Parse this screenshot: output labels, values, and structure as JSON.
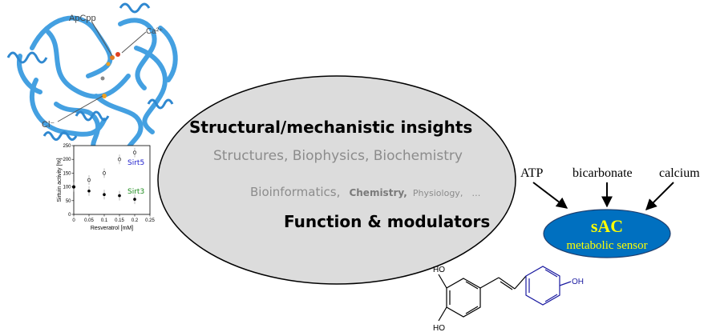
{
  "protein": {
    "labels": [
      "ApCpp",
      "Ca²⁺",
      "Cl⁻"
    ],
    "ribbon_color": "#3a9be0"
  },
  "inset_chart": {
    "chart_data": {
      "type": "scatter",
      "xlabel": "Resveratrol [mM]",
      "ylabel": "Sirtuin activity [%]",
      "xlim": [
        0,
        0.25
      ],
      "ylim": [
        0,
        250
      ],
      "xticks": [
        "0",
        "0.05",
        "0.1",
        "0.15",
        "0.2",
        "0.25"
      ],
      "yticks": [
        "0",
        "50",
        "100",
        "150",
        "200",
        "250"
      ],
      "series": [
        {
          "name": "Sirt5",
          "color": "#1a1acc",
          "marker": "open",
          "x": [
            0,
            0.05,
            0.1,
            0.15,
            0.2
          ],
          "y": [
            100,
            125,
            150,
            200,
            225
          ]
        },
        {
          "name": "Sirt3",
          "color": "#1a8a1a",
          "marker": "filled",
          "x": [
            0,
            0.05,
            0.1,
            0.15,
            0.2
          ],
          "y": [
            100,
            85,
            72,
            68,
            55
          ]
        }
      ]
    }
  },
  "ellipse": {
    "title1": "Structural/mechanistic insights",
    "line1": "Structures, Biophysics, Biochemistry",
    "line2_a": "Bioinformatics,",
    "line2_b": "Chemistry,",
    "line2_c": "Physiology,",
    "line2_d": "…",
    "title2": "Function & modulators"
  },
  "sac": {
    "inputs": [
      "ATP",
      "bicarbonate",
      "calcium"
    ],
    "title": "sAC",
    "subtitle": "metabolic sensor",
    "fill_color": "#0070c0",
    "text_color": "#ffff00"
  },
  "molecule": {
    "labels": [
      "HO",
      "OH",
      "HO"
    ]
  }
}
